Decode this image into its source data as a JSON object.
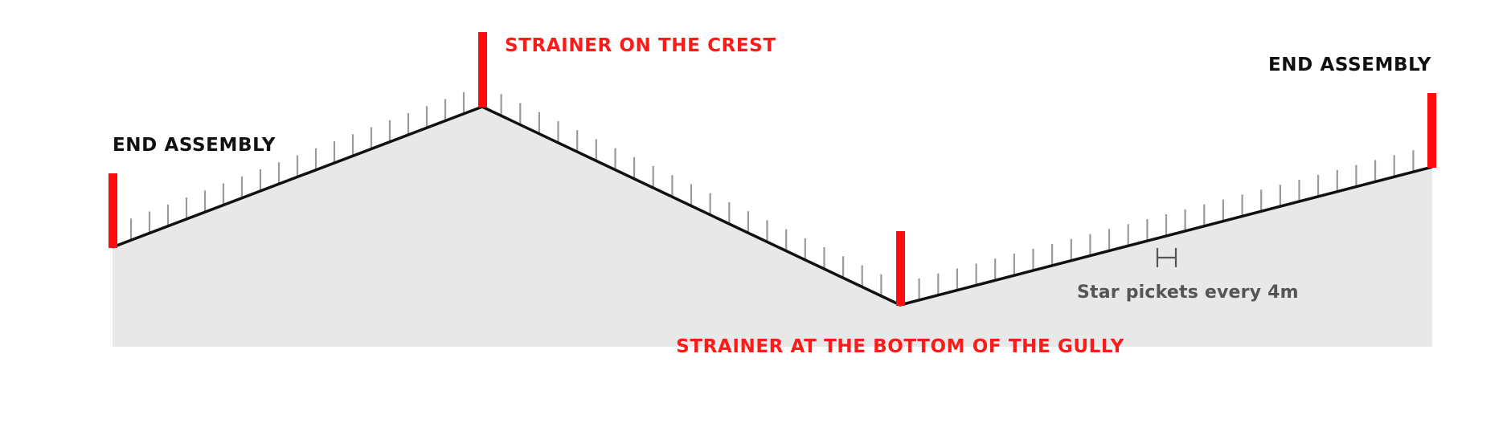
{
  "labels": {
    "end_assembly_left": "END ASSEMBLY",
    "strainer_crest": "STRAINER ON THE CREST",
    "end_assembly_right": "END ASSEMBLY",
    "strainer_gully": "STRAINER AT THE BOTTOM OF THE GULLY",
    "picket_spacing": "Star pickets every 4m"
  },
  "colors": {
    "strainer": "#ff0d0d",
    "ground": "#e8e8e8",
    "fence_line": "#111111",
    "picket": "#9a9a9a",
    "accent_text": "#ff1a1a",
    "note_text": "#555555"
  }
}
